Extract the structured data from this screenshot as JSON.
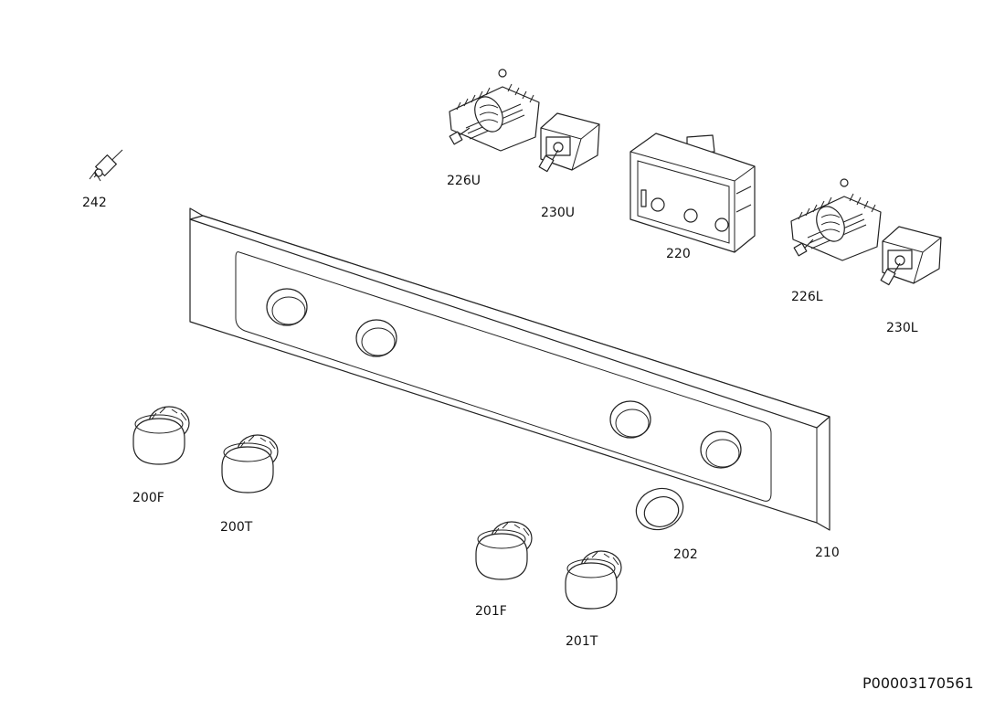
{
  "parts": {
    "p242": "242",
    "p226U": "226U",
    "p230U": "230U",
    "p220": "220",
    "p226L": "226L",
    "p230L": "230L",
    "p200F": "200F",
    "p200T": "200T",
    "p201F": "201F",
    "p201T": "201T",
    "p202": "202",
    "p210": "210"
  },
  "document_id": "P00003170561"
}
